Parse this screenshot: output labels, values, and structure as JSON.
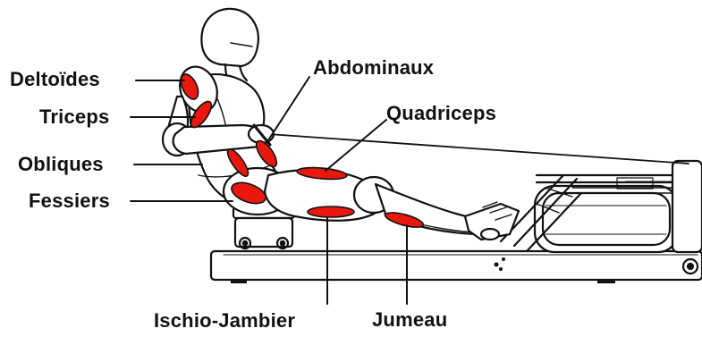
{
  "labels": {
    "deltoides": "Deltoïdes",
    "triceps": "Triceps",
    "obliques": "Obliques",
    "fessiers": "Fessiers",
    "abdominaux": "Abdominaux",
    "quadriceps": "Quadriceps",
    "ischio": "Ischio-Jambier",
    "jumeau": "Jumeau"
  },
  "colors": {
    "muscle": "#e8180f",
    "outline": "#111111",
    "background": "#ffffff"
  }
}
